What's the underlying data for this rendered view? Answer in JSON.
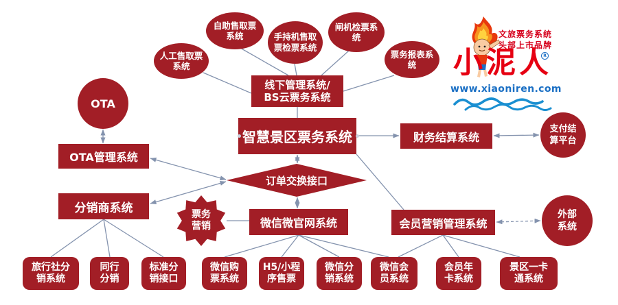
{
  "brand": {
    "tagline": "文旅票务系统\n头部上市品牌",
    "logo_text": "小泥人",
    "registered_mark": "R",
    "website": "www.xiaoniren.com"
  },
  "colors": {
    "shape": "#A21E26",
    "line": "#8493AE",
    "logo_red": "#E60012",
    "logo_blue": "#1A6FC4"
  },
  "nodes": {
    "manual_ticket": {
      "label": "人工售取票\n系统"
    },
    "self_service_ticket": {
      "label": "自助售取票\n系统"
    },
    "handheld_ticket": {
      "label": "手持机售取\n票检票系统"
    },
    "gate_check": {
      "label": "闸机检票系\n统"
    },
    "ticket_report": {
      "label": "票务报表系\n统"
    },
    "offline_mgmt": {
      "label": "线下管理系统/\nBS云票务系统"
    },
    "core": {
      "label": "智慧景区票务系统"
    },
    "finance_settlement": {
      "label": "财务结算系统"
    },
    "payment_platform": {
      "label": "支付结\n算平台"
    },
    "ota": {
      "label": "OTA"
    },
    "ota_mgmt": {
      "label": "OTA管理系统"
    },
    "distributor": {
      "label": "分销商系统"
    },
    "order_exchange": {
      "label": "订单交换接口"
    },
    "ticket_marketing": {
      "label": "票务\n营销"
    },
    "wechat_site": {
      "label": "微信微官网系统"
    },
    "member_marketing": {
      "label": "会员营销管理系统"
    },
    "external_system": {
      "label": "外部\n系统"
    },
    "travel_agency": {
      "label": "旅行社分\n销系统"
    },
    "peer_distribution": {
      "label": "同行\n分销"
    },
    "standard_api": {
      "label": "标准分\n销接口"
    },
    "wechat_purchase": {
      "label": "微信购\n票系统"
    },
    "h5_miniprogram": {
      "label": "H5/小程\n序售票"
    },
    "wechat_distribution": {
      "label": "微信分\n销系统"
    },
    "wechat_member": {
      "label": "微信会\n员系统"
    },
    "member_card": {
      "label": "会员年\n卡系统"
    },
    "scenic_card": {
      "label": "景区一卡\n通系统"
    }
  }
}
